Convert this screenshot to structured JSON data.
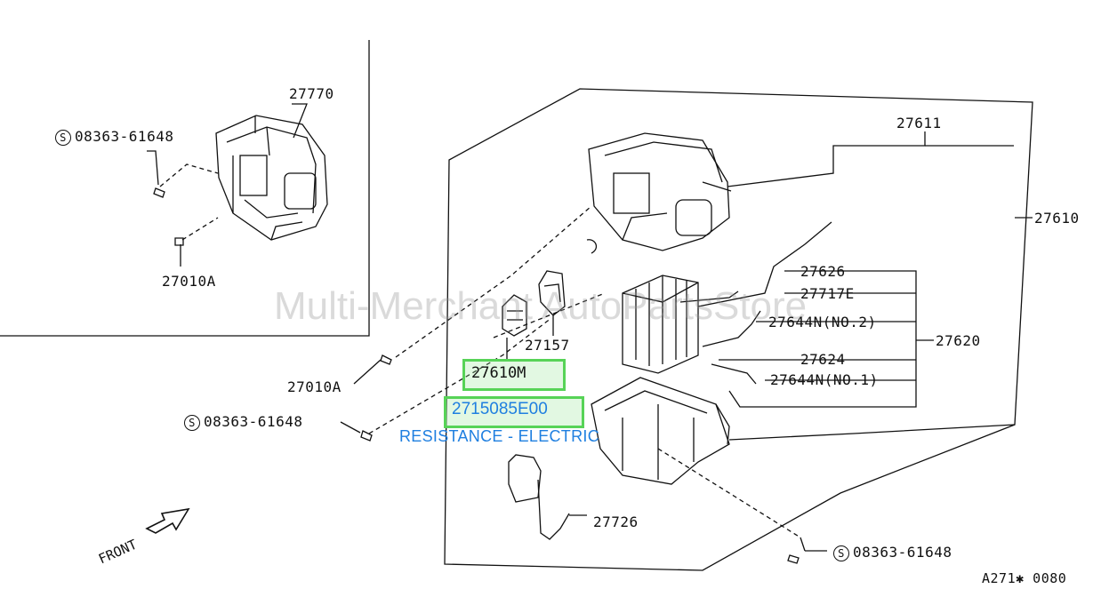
{
  "watermark": "Multi-Merchant AutoPartsStore",
  "labels": {
    "p27770": "27770",
    "p08363_a": "08363-61648",
    "p27010A_a": "27010A",
    "p27611": "27611",
    "p27610": "27610",
    "p27626": "27626",
    "p27717E": "27717E",
    "p27644N_2": "27644N(NO.2)",
    "p27620": "27620",
    "p27624": "27624",
    "p27644N_1": "27644N(NO.1)",
    "p27157": "27157",
    "p27610M": "27610M",
    "p27010A_b": "27010A",
    "p08363_b": "08363-61648",
    "p27726": "27726",
    "p08363_c": "08363-61648",
    "s_mark": "S",
    "front": "FRONT",
    "ref": "A271✱ 0080"
  },
  "highlight": {
    "part_number": "2715085E00",
    "description": "RESISTANCE - ELECTRIC"
  },
  "colors": {
    "line": "#111111",
    "highlight_border": "#57d357",
    "highlight_text": "#1f7fe0"
  }
}
